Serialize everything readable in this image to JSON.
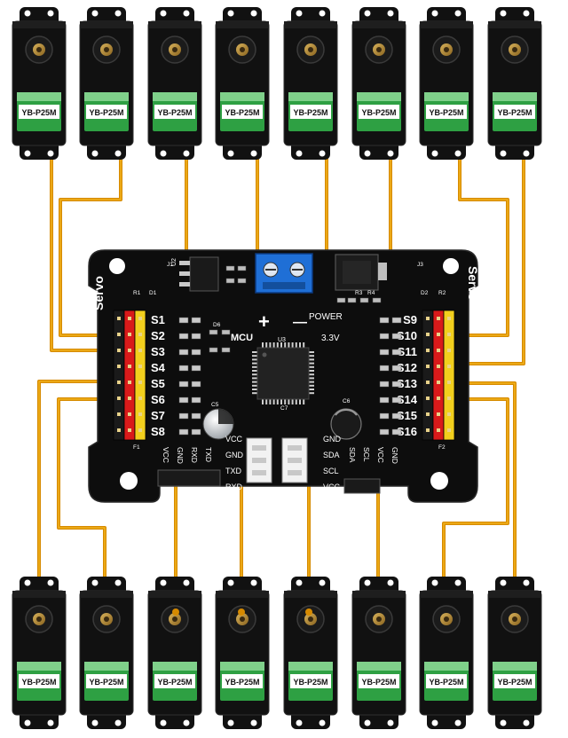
{
  "servo_model": "YB-P25M",
  "board": {
    "left_title": "Servo",
    "right_title": "Servo",
    "left_channels": [
      "S1",
      "S2",
      "S3",
      "S4",
      "S5",
      "S6",
      "S7",
      "S8"
    ],
    "right_channels": [
      "S9",
      "S10",
      "S11",
      "S12",
      "S13",
      "S14",
      "S15",
      "S16"
    ],
    "power_label": "POWER",
    "voltage_label": "3.3V",
    "mcu_label": "MCU",
    "chip_label": "U3",
    "u2_label": "U2",
    "plus_sign": "+",
    "minus_sign": "—",
    "left_pins": [
      "VCC",
      "GND",
      "RXD",
      "TXD"
    ],
    "mid_pins": [
      "VCC",
      "GND",
      "TXD",
      "RXD"
    ],
    "right_pins": [
      "GND",
      "SDA",
      "SCL",
      "VCC"
    ],
    "right_pins_vertical": [
      "SDA",
      "SCL",
      "VCC",
      "GND"
    ],
    "small_labels": [
      "R1",
      "D1",
      "C5",
      "C7",
      "C6",
      "R2",
      "D2",
      "R3",
      "R4",
      "D6",
      "F1",
      "F2",
      "J1",
      "J3"
    ]
  },
  "colors": {
    "wire": "#d68a00",
    "wire_light": "#f2b21a",
    "board": "#0d0d0d",
    "servo_body": "#111111",
    "servo_label": "#2ea043",
    "terminal": "#1f6fd6",
    "header_red": "#d91a1a",
    "header_yellow": "#f2cf1d"
  }
}
